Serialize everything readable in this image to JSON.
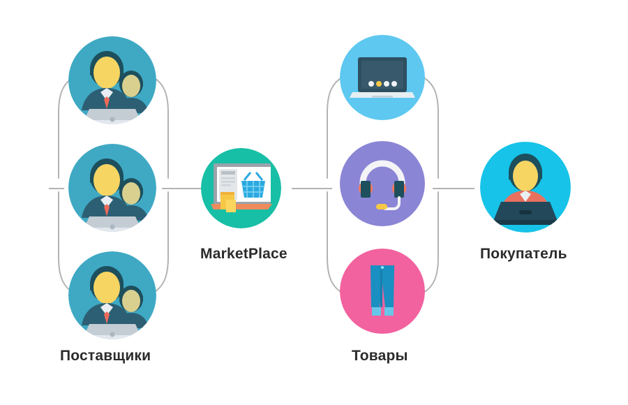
{
  "diagram": {
    "title": "MarketPlace flow diagram",
    "background_color": "#ffffff",
    "connector_color": "#b3b3b3",
    "label_color": "#2b2b2b"
  },
  "groups": {
    "suppliers": {
      "label": "Поставщики",
      "circle_color": "#3fa9c4",
      "count": 3,
      "items": [
        {
          "icon": "supplier-avatar-icon",
          "label": ""
        },
        {
          "icon": "supplier-avatar-icon",
          "label": ""
        },
        {
          "icon": "supplier-avatar-icon",
          "label": ""
        }
      ]
    },
    "marketplace": {
      "label": "MarketPlace",
      "circle_color": "#17bfa6",
      "icon": "laptop-shopping-basket-icon"
    },
    "products": {
      "label": "Товары",
      "count": 3,
      "items": [
        {
          "icon": "laptop-icon",
          "circle_color": "#5ec8f0",
          "label": ""
        },
        {
          "icon": "headset-icon",
          "circle_color": "#8b85d6",
          "label": ""
        },
        {
          "icon": "jeans-icon",
          "circle_color": "#f2629f",
          "label": ""
        }
      ]
    },
    "buyer": {
      "label": "Покупатель",
      "circle_color": "#17c3e8",
      "icon": "buyer-person-laptop-icon"
    }
  },
  "palette": {
    "skin": "#f7d563",
    "skin_alt": "#d9cf8f",
    "hair": "#1d4f5c",
    "suit": "#2c5f73",
    "shirt": "#e9eef2",
    "tie": "#ef6a5a",
    "laptop_light": "#c4ccd4",
    "laptop_dark": "#22485a",
    "basket_blue": "#2aa9e0",
    "box_yellow": "#f6c846",
    "platform_orange": "#ef8a5c",
    "jeans_blue": "#1a8fc1",
    "jeans_cuff": "#68c6e8",
    "headset_white": "#f4f4f6",
    "headset_cup": "#1d4f5c",
    "headset_accent": "#f2795a",
    "headset_mic": "#f6c846",
    "buyer_shirt": "#e8705e"
  }
}
